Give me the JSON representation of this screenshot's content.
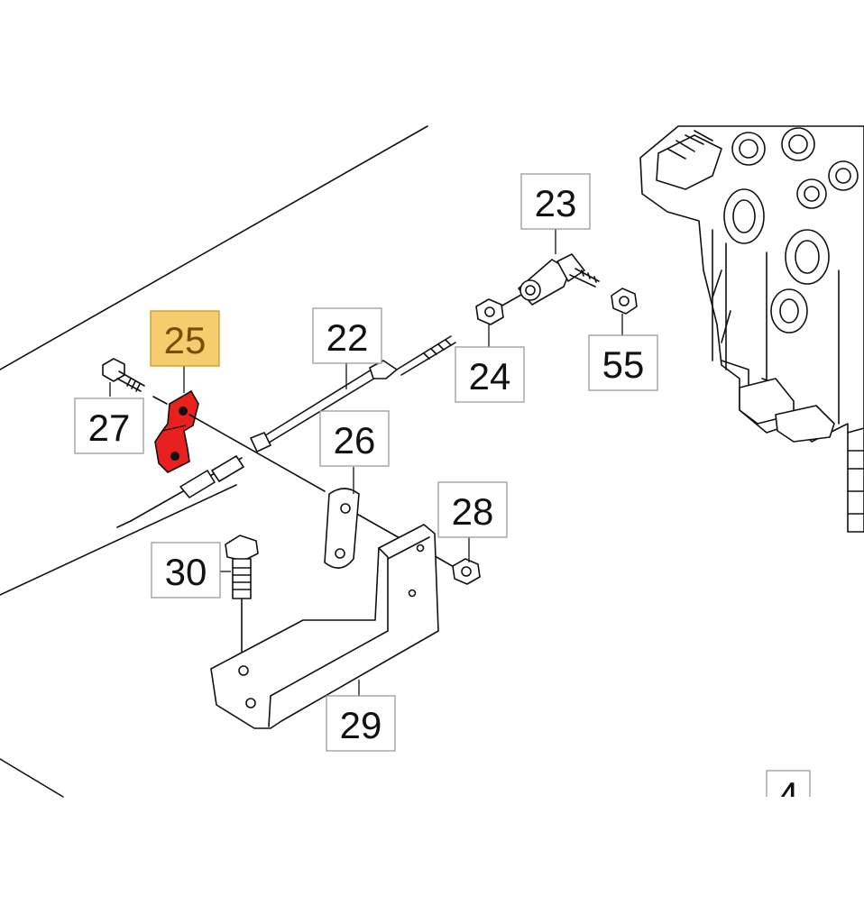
{
  "diagram": {
    "highlight_color": "#e8211f",
    "callout_highlight_color": "#f5cc6e",
    "callouts": {
      "c23": "23",
      "c22": "22",
      "c25": "25",
      "c24": "24",
      "c55": "55",
      "c27": "27",
      "c26": "26",
      "c28": "28",
      "c30": "30",
      "c29": "29",
      "c4": "4"
    },
    "highlighted_part": "25"
  }
}
